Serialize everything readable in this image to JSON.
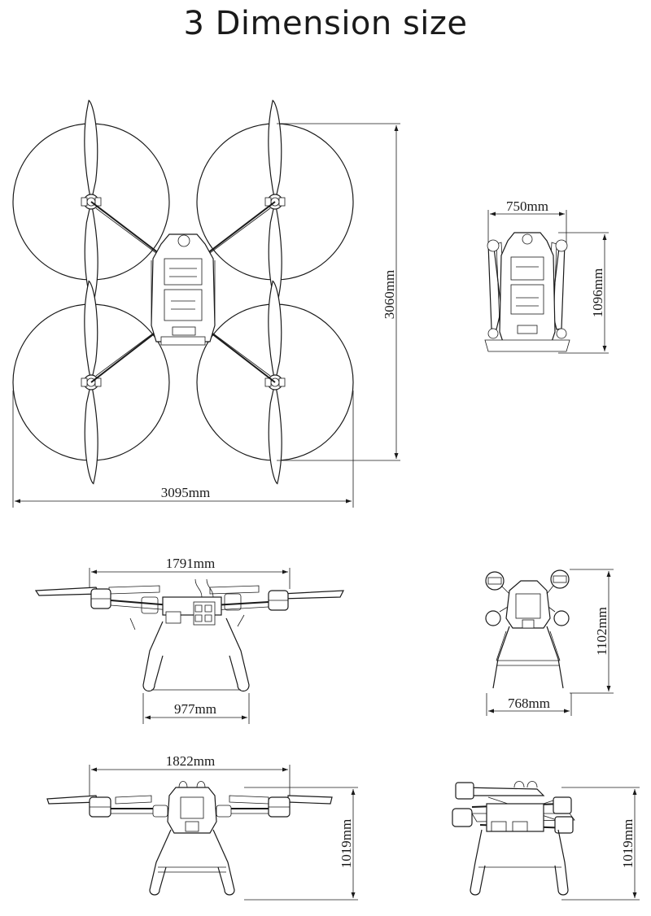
{
  "title": "3 Dimension size",
  "views": {
    "top_unfolded": {
      "width_label": "3095mm",
      "length_label": "3060mm"
    },
    "top_folded": {
      "width_label": "750mm",
      "length_label": "1096mm"
    },
    "front": {
      "span_label": "1791mm",
      "gear_label": "977mm"
    },
    "side_folded": {
      "width_label": "768mm",
      "height_label": "1102mm"
    },
    "side": {
      "span_label": "1822mm",
      "height_label": "1019mm"
    },
    "angled_folded": {
      "height_label": "1019mm"
    }
  }
}
